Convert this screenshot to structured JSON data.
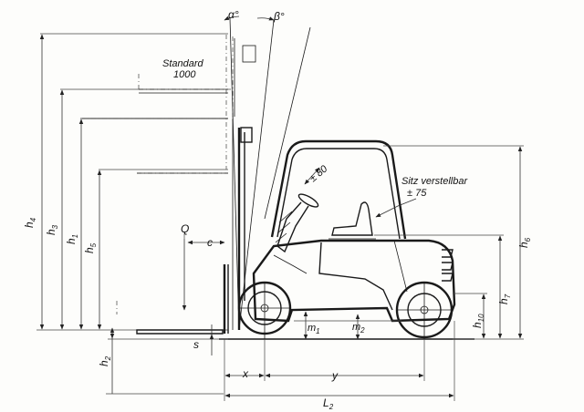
{
  "labels": {
    "alpha": "α°",
    "beta": "β°",
    "standard": "Standard",
    "standard_height": "1000",
    "tilt": "± 80",
    "seat": "Sitz verstellbar",
    "seat_range": "± 75",
    "load": "Q",
    "load_center": "c",
    "overhang": "x",
    "wheelbase": "y",
    "free_lift": "s"
  },
  "dimensions": {
    "h4": {
      "main": "h",
      "sub": "4"
    },
    "h3": {
      "main": "h",
      "sub": "3"
    },
    "h1": {
      "main": "h",
      "sub": "1"
    },
    "h5": {
      "main": "h",
      "sub": "5"
    },
    "h2": {
      "main": "h",
      "sub": "2"
    },
    "h6": {
      "main": "h",
      "sub": "6"
    },
    "h7": {
      "main": "h",
      "sub": "7"
    },
    "h10": {
      "main": "h",
      "sub": "10"
    },
    "m1": {
      "main": "m",
      "sub": "1"
    },
    "m2": {
      "main": "m",
      "sub": "2"
    },
    "L2": {
      "main": "L",
      "sub": "2"
    }
  }
}
